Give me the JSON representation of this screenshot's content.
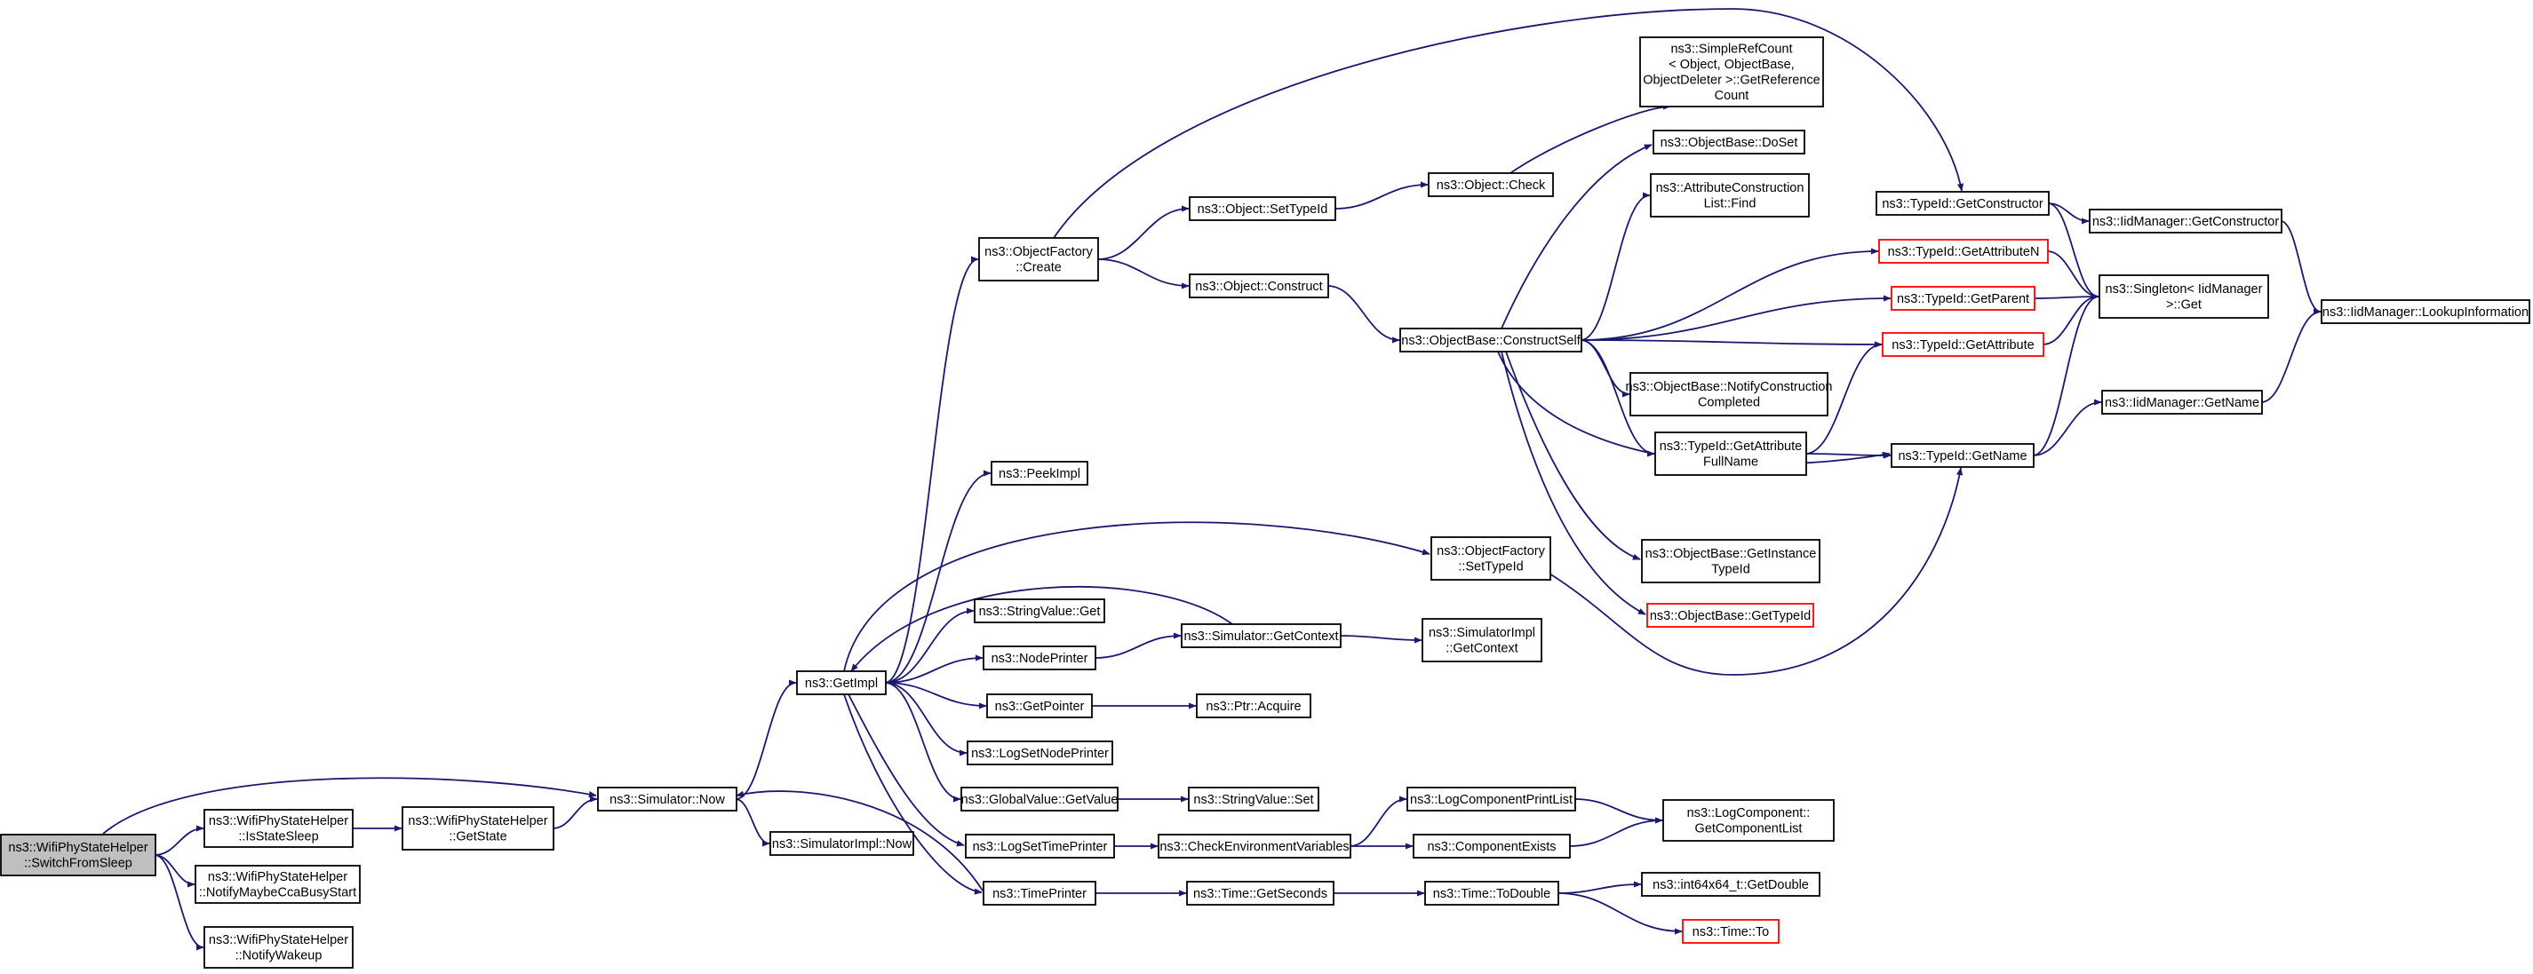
{
  "diagram": {
    "title": "",
    "colors": {
      "edge": "#191970",
      "node_border": "#000000",
      "node_border_truncated": "#ff0000",
      "root_fill": "#bfbfbf",
      "node_fill": "#ffffff"
    },
    "nodes": [
      {
        "id": "root",
        "lines": [
          "ns3::WifiPhyStateHelper",
          "::SwitchFromSleep"
        ],
        "style": "root"
      },
      {
        "id": "isStateSleep",
        "lines": [
          "ns3::WifiPhyStateHelper",
          "::IsStateSleep"
        ]
      },
      {
        "id": "notifyCca",
        "lines": [
          "ns3::WifiPhyStateHelper",
          "::NotifyMaybeCcaBusyStart"
        ]
      },
      {
        "id": "notifyWakeup",
        "lines": [
          "ns3::WifiPhyStateHelper",
          "::NotifyWakeup"
        ]
      },
      {
        "id": "getState",
        "lines": [
          "ns3::WifiPhyStateHelper",
          "::GetState"
        ]
      },
      {
        "id": "simNow",
        "lines": [
          "ns3::Simulator::Now"
        ]
      },
      {
        "id": "simImplNow",
        "lines": [
          "ns3::SimulatorImpl::Now"
        ]
      },
      {
        "id": "getImpl",
        "lines": [
          "ns3::GetImpl"
        ]
      },
      {
        "id": "ofCreate",
        "lines": [
          "ns3::ObjectFactory",
          "::Create"
        ]
      },
      {
        "id": "peekImpl",
        "lines": [
          "ns3::PeekImpl"
        ]
      },
      {
        "id": "strValGet",
        "lines": [
          "ns3::StringValue::Get"
        ]
      },
      {
        "id": "nodePrinter",
        "lines": [
          "ns3::NodePrinter"
        ]
      },
      {
        "id": "getPointer",
        "lines": [
          "ns3::GetPointer"
        ]
      },
      {
        "id": "logSetNodePrinter",
        "lines": [
          "ns3::LogSetNodePrinter"
        ]
      },
      {
        "id": "globalGetValue",
        "lines": [
          "ns3::GlobalValue::GetValue"
        ]
      },
      {
        "id": "logSetTimePrinter",
        "lines": [
          "ns3::LogSetTimePrinter"
        ]
      },
      {
        "id": "timePrinter",
        "lines": [
          "ns3::TimePrinter"
        ]
      },
      {
        "id": "objSetTypeId",
        "lines": [
          "ns3::Object::SetTypeId"
        ]
      },
      {
        "id": "objConstruct",
        "lines": [
          "ns3::Object::Construct"
        ]
      },
      {
        "id": "objCheck",
        "lines": [
          "ns3::Object::Check"
        ]
      },
      {
        "id": "simpleRef",
        "lines": [
          "ns3::SimpleRefCount",
          "< Object, ObjectBase,",
          "ObjectDeleter >::GetReference",
          "Count"
        ]
      },
      {
        "id": "obConstructSelf",
        "lines": [
          "ns3::ObjectBase::ConstructSelf"
        ]
      },
      {
        "id": "obDoSet",
        "lines": [
          "ns3::ObjectBase::DoSet"
        ]
      },
      {
        "id": "attrFind",
        "lines": [
          "ns3::AttributeConstruction",
          "List::Find"
        ]
      },
      {
        "id": "obNotify",
        "lines": [
          "ns3::ObjectBase::NotifyConstruction",
          "Completed"
        ]
      },
      {
        "id": "tidGetAttrFull",
        "lines": [
          "ns3::TypeId::GetAttribute",
          "FullName"
        ]
      },
      {
        "id": "obGetInstance",
        "lines": [
          "ns3::ObjectBase::GetInstance",
          "TypeId"
        ]
      },
      {
        "id": "obGetTypeId",
        "lines": [
          "ns3::ObjectBase::GetTypeId"
        ],
        "style": "red"
      },
      {
        "id": "ofSetTypeId",
        "lines": [
          "ns3::ObjectFactory",
          "::SetTypeId"
        ]
      },
      {
        "id": "simGetContext",
        "lines": [
          "ns3::Simulator::GetContext"
        ]
      },
      {
        "id": "simImplGetContext",
        "lines": [
          "ns3::SimulatorImpl",
          "::GetContext"
        ]
      },
      {
        "id": "ptrAcquire",
        "lines": [
          "ns3::Ptr::Acquire"
        ]
      },
      {
        "id": "strValSet",
        "lines": [
          "ns3::StringValue::Set"
        ]
      },
      {
        "id": "checkEnv",
        "lines": [
          "ns3::CheckEnvironmentVariables"
        ]
      },
      {
        "id": "logCompPrintList",
        "lines": [
          "ns3::LogComponentPrintList"
        ]
      },
      {
        "id": "compExists",
        "lines": [
          "ns3::ComponentExists"
        ]
      },
      {
        "id": "logCompGetList",
        "lines": [
          "ns3::LogComponent::",
          "GetComponentList"
        ]
      },
      {
        "id": "timeGetSeconds",
        "lines": [
          "ns3::Time::GetSeconds"
        ]
      },
      {
        "id": "timeToDouble",
        "lines": [
          "ns3::Time::ToDouble"
        ]
      },
      {
        "id": "int64GetDouble",
        "lines": [
          "ns3::int64x64_t::GetDouble"
        ]
      },
      {
        "id": "timeTo",
        "lines": [
          "ns3::Time::To"
        ],
        "style": "red"
      },
      {
        "id": "tidGetConstructor",
        "lines": [
          "ns3::TypeId::GetConstructor"
        ]
      },
      {
        "id": "tidGetAttributeN",
        "lines": [
          "ns3::TypeId::GetAttributeN"
        ],
        "style": "red"
      },
      {
        "id": "tidGetParent",
        "lines": [
          "ns3::TypeId::GetParent"
        ],
        "style": "red"
      },
      {
        "id": "tidGetAttribute",
        "lines": [
          "ns3::TypeId::GetAttribute"
        ],
        "style": "red"
      },
      {
        "id": "tidGetName",
        "lines": [
          "ns3::TypeId::GetName"
        ]
      },
      {
        "id": "iidGetConstructor",
        "lines": [
          "ns3::IidManager::GetConstructor"
        ]
      },
      {
        "id": "singletonGet",
        "lines": [
          "ns3::Singleton< IidManager",
          ">::Get"
        ]
      },
      {
        "id": "iidGetName",
        "lines": [
          "ns3::IidManager::GetName"
        ]
      },
      {
        "id": "iidLookup",
        "lines": [
          "ns3::IidManager::LookupInformation"
        ]
      }
    ],
    "edges": [
      [
        "root",
        "isStateSleep"
      ],
      [
        "root",
        "notifyCca"
      ],
      [
        "root",
        "notifyWakeup"
      ],
      [
        "root",
        "simNow"
      ],
      [
        "isStateSleep",
        "getState"
      ],
      [
        "getState",
        "simNow"
      ],
      [
        "simNow",
        "simImplNow"
      ],
      [
        "simNow",
        "getImpl"
      ],
      [
        "getImpl",
        "ofCreate"
      ],
      [
        "getImpl",
        "peekImpl"
      ],
      [
        "getImpl",
        "ofSetTypeId"
      ],
      [
        "getImpl",
        "strValGet"
      ],
      [
        "getImpl",
        "nodePrinter"
      ],
      [
        "getImpl",
        "getPointer"
      ],
      [
        "getImpl",
        "logSetNodePrinter"
      ],
      [
        "getImpl",
        "globalGetValue"
      ],
      [
        "getImpl",
        "logSetTimePrinter"
      ],
      [
        "getImpl",
        "timePrinter"
      ],
      [
        "ofCreate",
        "objSetTypeId"
      ],
      [
        "ofCreate",
        "objConstruct"
      ],
      [
        "ofCreate",
        "tidGetConstructor"
      ],
      [
        "objSetTypeId",
        "objCheck"
      ],
      [
        "objCheck",
        "simpleRef"
      ],
      [
        "objConstruct",
        "obConstructSelf"
      ],
      [
        "obConstructSelf",
        "obDoSet"
      ],
      [
        "obConstructSelf",
        "attrFind"
      ],
      [
        "obConstructSelf",
        "tidGetAttributeN"
      ],
      [
        "obConstructSelf",
        "tidGetParent"
      ],
      [
        "obConstructSelf",
        "tidGetAttribute"
      ],
      [
        "obConstructSelf",
        "obNotify"
      ],
      [
        "obConstructSelf",
        "tidGetAttrFull"
      ],
      [
        "obConstructSelf",
        "tidGetName"
      ],
      [
        "obConstructSelf",
        "obGetInstance"
      ],
      [
        "obConstructSelf",
        "obGetTypeId"
      ],
      [
        "tidGetAttrFull",
        "tidGetAttribute"
      ],
      [
        "tidGetAttrFull",
        "tidGetName"
      ],
      [
        "ofSetTypeId",
        "tidGetName"
      ],
      [
        "simGetContext",
        "getImpl"
      ],
      [
        "simGetContext",
        "simImplGetContext"
      ],
      [
        "nodePrinter",
        "simGetContext"
      ],
      [
        "getPointer",
        "ptrAcquire"
      ],
      [
        "globalGetValue",
        "strValSet"
      ],
      [
        "logSetTimePrinter",
        "checkEnv"
      ],
      [
        "checkEnv",
        "logCompPrintList"
      ],
      [
        "checkEnv",
        "compExists"
      ],
      [
        "logCompPrintList",
        "logCompGetList"
      ],
      [
        "compExists",
        "logCompGetList"
      ],
      [
        "timePrinter",
        "simNow"
      ],
      [
        "timePrinter",
        "timeGetSeconds"
      ],
      [
        "timeGetSeconds",
        "timeToDouble"
      ],
      [
        "timeToDouble",
        "int64GetDouble"
      ],
      [
        "timeToDouble",
        "timeTo"
      ],
      [
        "tidGetConstructor",
        "iidGetConstructor"
      ],
      [
        "tidGetConstructor",
        "singletonGet"
      ],
      [
        "tidGetAttributeN",
        "singletonGet"
      ],
      [
        "tidGetParent",
        "singletonGet"
      ],
      [
        "tidGetAttribute",
        "singletonGet"
      ],
      [
        "tidGetName",
        "singletonGet"
      ],
      [
        "tidGetName",
        "iidGetName"
      ],
      [
        "iidGetConstructor",
        "iidLookup"
      ],
      [
        "iidGetName",
        "iidLookup"
      ]
    ]
  }
}
